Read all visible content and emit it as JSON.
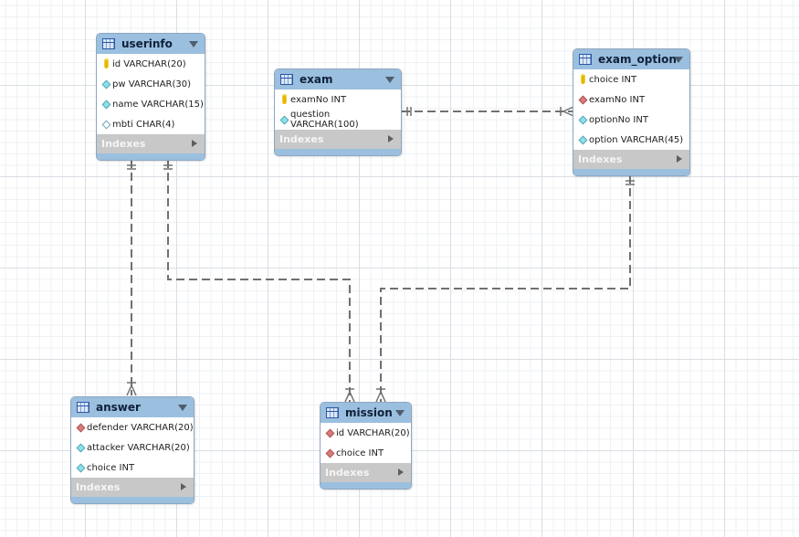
{
  "diagram": {
    "type": "er-diagram",
    "colors": {
      "header": "#9bbfde",
      "indexes": "#c8c8c8",
      "connector": "#707070",
      "primary_key": "#e6b700",
      "foreign_key": "#d77b7b",
      "attribute": "#8ee0ea"
    }
  },
  "entities": {
    "userinfo": {
      "title": "userinfo",
      "indexes_label": "Indexes",
      "columns": [
        {
          "icon": "primary-key-icon",
          "text": "id VARCHAR(20)"
        },
        {
          "icon": "attribute-diamond-icon",
          "text": "pw VARCHAR(30)"
        },
        {
          "icon": "attribute-diamond-icon",
          "text": "name VARCHAR(15)"
        },
        {
          "icon": "nullable-diamond-icon",
          "text": "mbti CHAR(4)"
        }
      ]
    },
    "exam": {
      "title": "exam",
      "indexes_label": "Indexes",
      "columns": [
        {
          "icon": "primary-key-icon",
          "text": "examNo INT"
        },
        {
          "icon": "attribute-diamond-icon",
          "text": "question VARCHAR(100)"
        }
      ]
    },
    "exam_option": {
      "title": "exam_option",
      "indexes_label": "Indexes",
      "columns": [
        {
          "icon": "primary-key-icon",
          "text": "choice INT"
        },
        {
          "icon": "foreign-key-diamond-icon",
          "text": "examNo INT"
        },
        {
          "icon": "attribute-diamond-icon",
          "text": "optionNo INT"
        },
        {
          "icon": "attribute-diamond-icon",
          "text": "option VARCHAR(45)"
        }
      ]
    },
    "answer": {
      "title": "answer",
      "indexes_label": "Indexes",
      "columns": [
        {
          "icon": "foreign-key-diamond-icon",
          "text": "defender VARCHAR(20)"
        },
        {
          "icon": "attribute-diamond-icon",
          "text": "attacker VARCHAR(20)"
        },
        {
          "icon": "attribute-diamond-icon",
          "text": "choice INT"
        }
      ]
    },
    "mission": {
      "title": "mission",
      "indexes_label": "Indexes",
      "columns": [
        {
          "icon": "foreign-key-diamond-icon",
          "text": "id VARCHAR(20)"
        },
        {
          "icon": "foreign-key-diamond-icon",
          "text": "choice INT"
        }
      ]
    }
  },
  "relationships": [
    {
      "from": "userinfo",
      "to": "answer",
      "cardinality": "one-to-many"
    },
    {
      "from": "userinfo",
      "to": "mission",
      "cardinality": "one-to-many"
    },
    {
      "from": "exam",
      "to": "exam_option",
      "cardinality": "one-to-many"
    },
    {
      "from": "exam_option",
      "to": "mission",
      "cardinality": "one-to-many"
    }
  ]
}
